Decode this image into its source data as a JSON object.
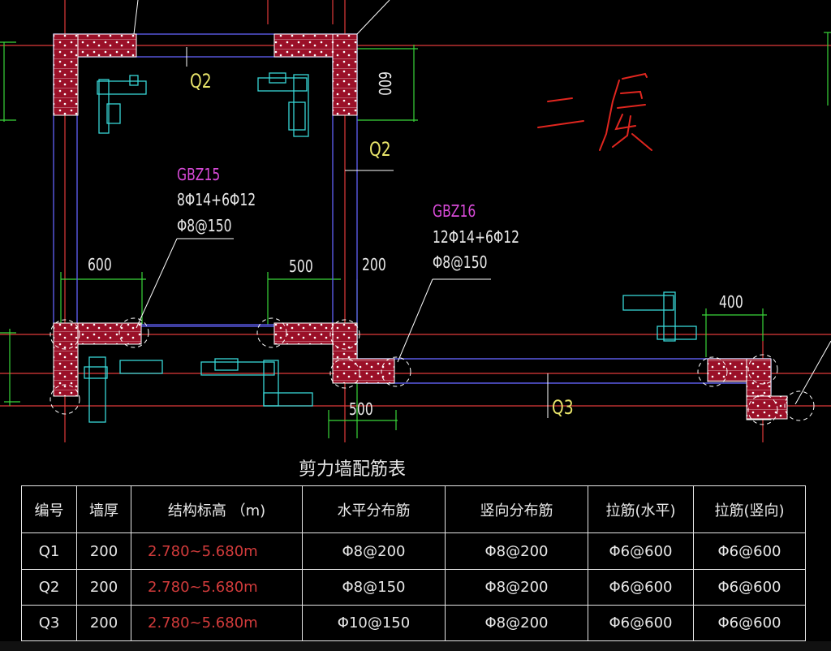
{
  "drawing": {
    "floor_label": "二层",
    "wall_marks": [
      "Q2",
      "Q2",
      "Q3"
    ],
    "column_labels": [
      {
        "name": "GBZ15",
        "longitudinal": "8Φ14+6Φ12",
        "stirrup": "Φ8@150"
      },
      {
        "name": "GBZ16",
        "longitudinal": "12Φ14+6Φ12",
        "stirrup": "Φ8@150"
      }
    ],
    "dimensions": [
      "600",
      "600",
      "500",
      "200",
      "400",
      "500"
    ],
    "colors": {
      "wall": "#5a5ae6",
      "axis": "#e03a3a",
      "dim": "#39d639",
      "column": "#c0162e",
      "hatch": "#ffffff"
    }
  },
  "table": {
    "title": "剪力墙配筋表",
    "headers": [
      "编号",
      "墙厚",
      "结构标高 （m)",
      "水平分布筋",
      "竖向分布筋",
      "拉筋(水平)",
      "拉筋(竖向)"
    ],
    "rows": [
      [
        "Q1",
        "200",
        "2.780~5.680m",
        "Φ8@200",
        "Φ8@200",
        "Φ6@600",
        "Φ6@600"
      ],
      [
        "Q2",
        "200",
        "2.780~5.680m",
        "Φ8@150",
        "Φ8@200",
        "Φ6@600",
        "Φ6@600"
      ],
      [
        "Q3",
        "200",
        "2.780~5.680m",
        "Φ10@150",
        "Φ8@200",
        "Φ6@600",
        "Φ6@600"
      ]
    ]
  }
}
